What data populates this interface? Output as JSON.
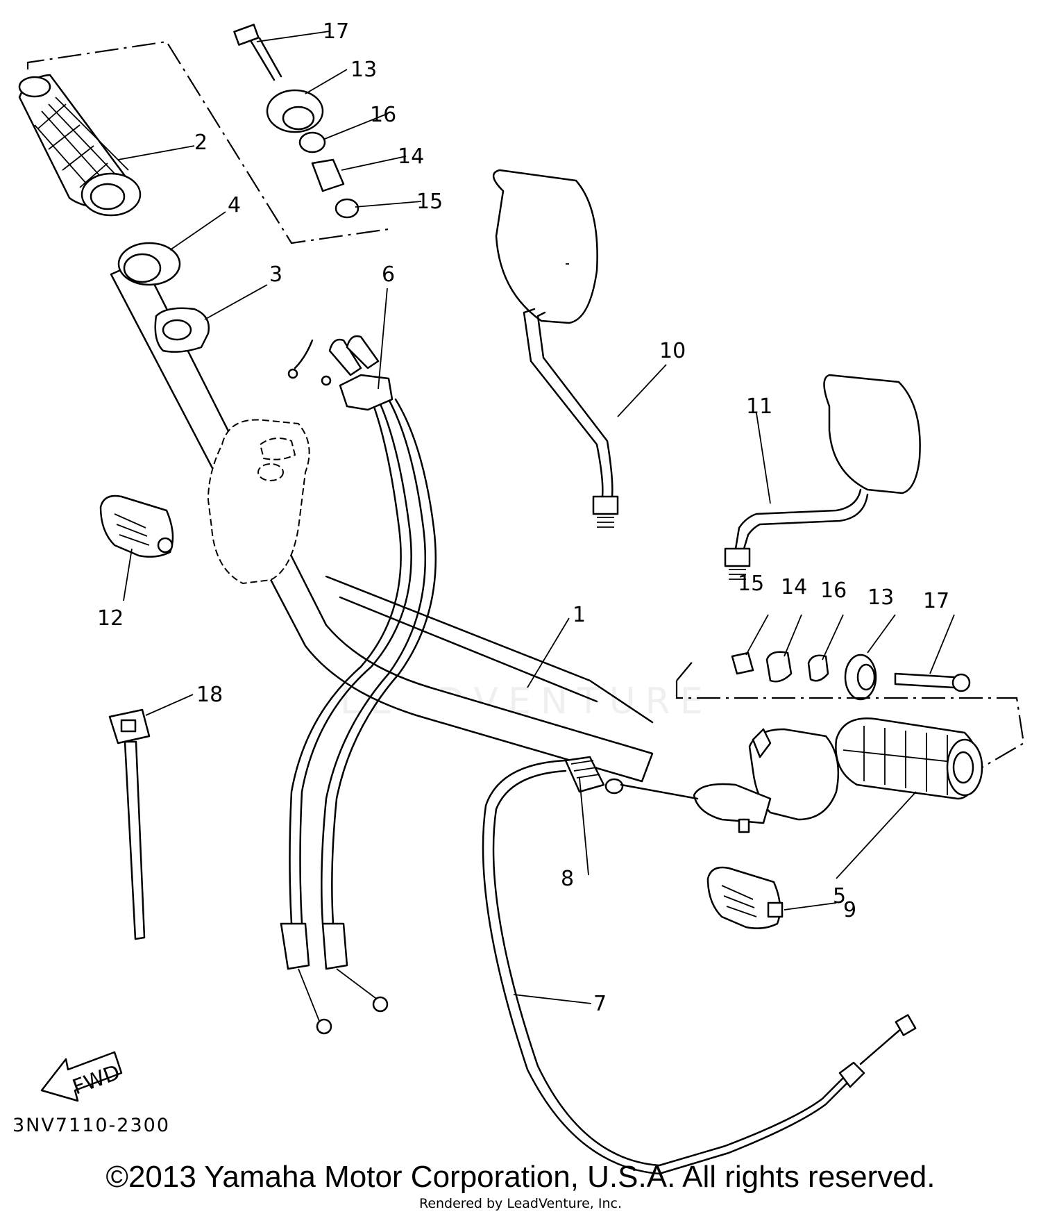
{
  "diagram": {
    "callouts": [
      "1",
      "2",
      "3",
      "4",
      "5",
      "6",
      "7",
      "8",
      "9",
      "10",
      "11",
      "12",
      "13",
      "14",
      "15",
      "16",
      "17",
      "18"
    ],
    "repeat_callouts": [
      "13",
      "14",
      "15",
      "16",
      "17"
    ],
    "fwd_label": "FWD",
    "diagram_code": "3NV7110-2300"
  },
  "footer": {
    "copyright": "©2013 Yamaha Motor Corporation, U.S.A. All rights reserved.",
    "rendered_by": "Rendered by LeadVenture, Inc."
  },
  "watermark": {
    "text": "LEADVENTURE"
  }
}
